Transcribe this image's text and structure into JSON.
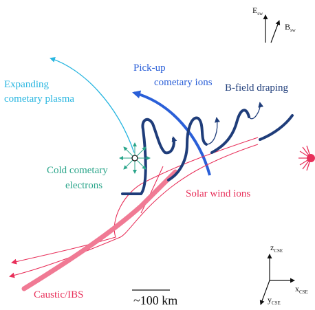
{
  "labels": {
    "expanding": [
      "Expanding",
      "cometary plasma"
    ],
    "pickup": [
      "Pick-up",
      "cometary ions"
    ],
    "bfield": "B-field draping",
    "cold": [
      "Cold cometary",
      "electrons"
    ],
    "solarwind": "Solar wind ions",
    "caustic": "Caustic/IBS",
    "scale": "~100 km"
  },
  "axes": {
    "E": "E",
    "E_sub": "sw",
    "B": "B",
    "B_sub": "sw",
    "z": "z",
    "z_sub": "CSE",
    "x": "x",
    "x_sub": "CSE",
    "y": "y",
    "y_sub": "CSE"
  },
  "colors": {
    "cyan": "#29b6e0",
    "blue": "#2a5fd8",
    "navy": "#1f3d7a",
    "teal": "#2aa58a",
    "red": "#e8305a",
    "pink": "#f07a94",
    "black": "#111111"
  },
  "icons": [
    "comet-nucleus-icon",
    "sun-icon"
  ]
}
